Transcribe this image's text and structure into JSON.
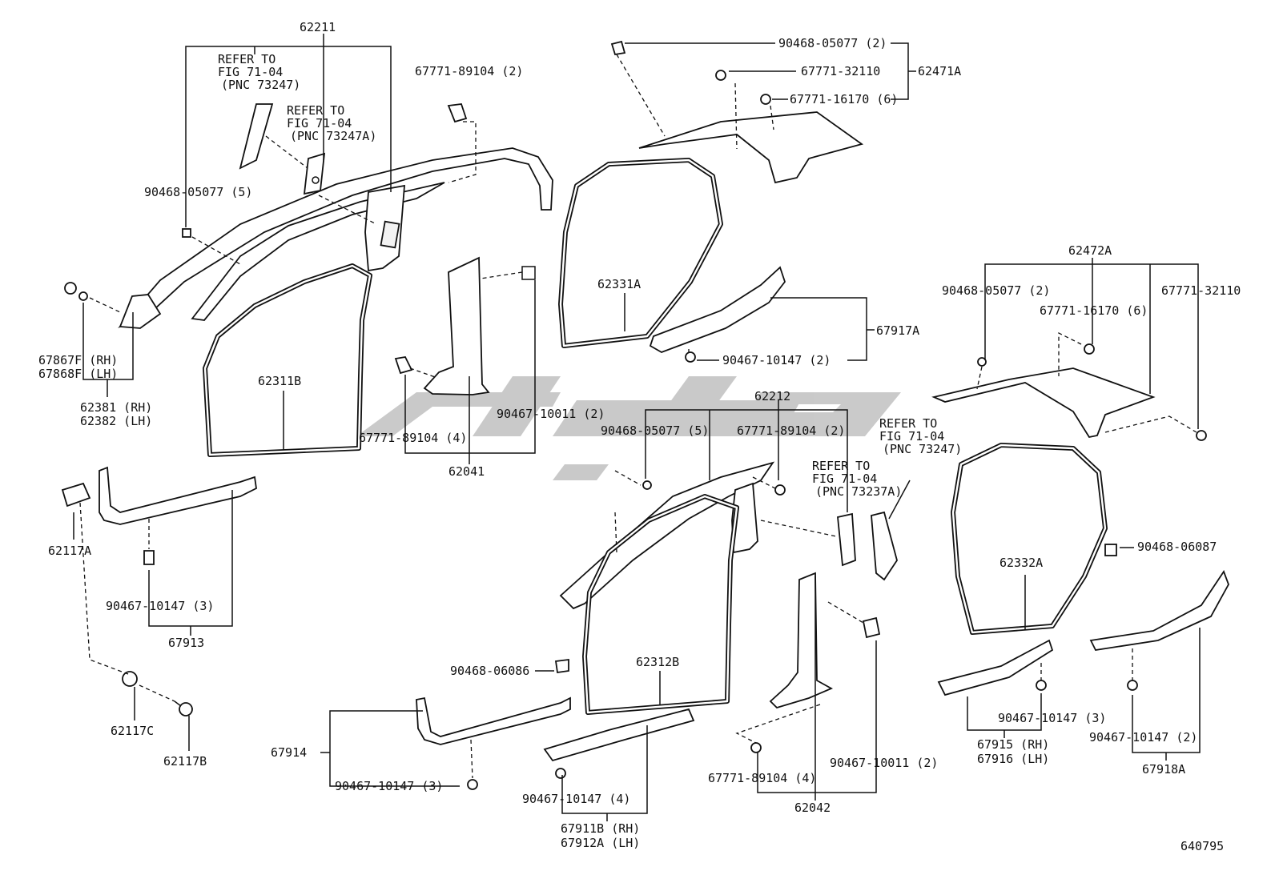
{
  "diagram_id": "640795",
  "watermark": "logo",
  "labels": {
    "62211": "62211",
    "refer1_l1": "REFER TO",
    "refer1_l2": "FIG 71-04",
    "refer1_l3": "(PNC 73247)",
    "refer2_l1": "REFER TO",
    "refer2_l2": "FIG 71-04",
    "refer2_l3": "(PNC 73247A)",
    "c67771_89104_2a": "67771-89104 (2)",
    "c90468_05077_5a": "90468-05077 (5)",
    "p67867F": "67867F (RH)",
    "p67868F": "67868F (LH)",
    "p62381": "62381 (RH)",
    "p62382": "62382 (LH)",
    "p62311B": "62311B",
    "p62117A": "62117A",
    "c90467_10147_3a": "90467-10147 (3)",
    "p67913": "67913",
    "p62117C": "62117C",
    "p62117B": "62117B",
    "c67771_89104_4a": "67771-89104 (4)",
    "p62041": "62041",
    "c90467_10011_2a": "90467-10011 (2)",
    "c90468_05077_2a": "90468-05077 (2)",
    "c67771_32110a": "67771-32110",
    "c67771_16170_6a": "67771-16170 (6)",
    "p62471A": "62471A",
    "p62331A": "62331A",
    "p67917A": "67917A",
    "c90467_10147_2a": "90467-10147 (2)",
    "p62472A": "62472A",
    "c90468_05077_2b": "90468-05077 (2)",
    "c67771_16170_6b": "67771-16170 (6)",
    "c67771_32110b": "67771-32110",
    "p62212": "62212",
    "c90468_05077_5b": "90468-05077 (5)",
    "c67771_89104_2b": "67771-89104 (2)",
    "refer3_l1": "REFER TO",
    "refer3_l2": "FIG 71-04",
    "refer3_l3": "(PNC 73247)",
    "refer4_l1": "REFER TO",
    "refer4_l2": "FIG 71-04",
    "refer4_l3": "(PNC 73237A)",
    "c90468_06087": "90468-06087",
    "p62332A": "62332A",
    "c90468_06086": "90468-06086",
    "p62312B": "62312B",
    "p67914": "67914",
    "c90467_10147_3b": "90467-10147 (3)",
    "c90467_10147_4": "90467-10147 (4)",
    "p67911B": "67911B (RH)",
    "p67912A": "67912A (LH)",
    "c67771_89104_4b": "67771-89104 (4)",
    "c90467_10011_2b": "90467-10011 (2)",
    "p62042": "62042",
    "c90467_10147_3c": "90467-10147 (3)",
    "p67915": "67915 (RH)",
    "p67916": "67916 (LH)",
    "c90467_10147_2b": "90467-10147 (2)",
    "p67918A": "67918A"
  }
}
